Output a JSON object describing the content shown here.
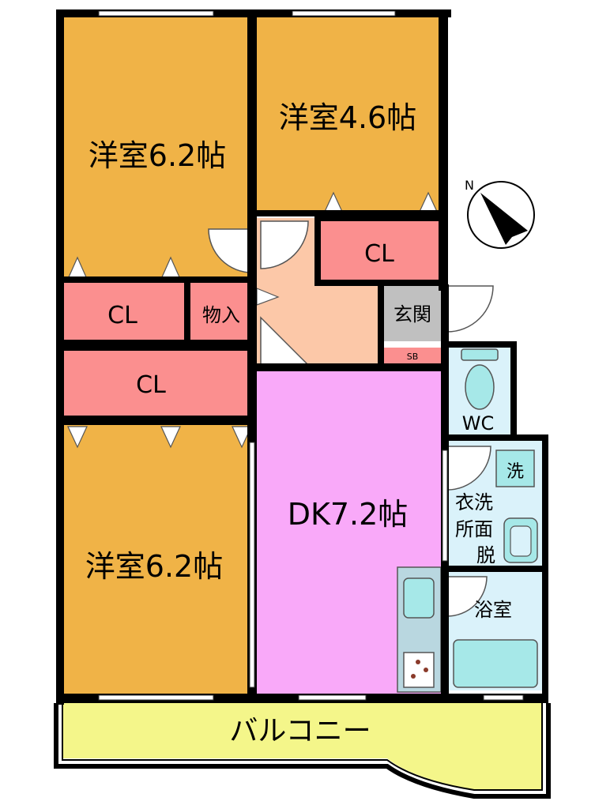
{
  "rooms": {
    "bedroom_nw": "洋室6.2帖",
    "bedroom_ne": "洋室4.6帖",
    "bedroom_sw": "洋室6.2帖",
    "closet_ne": "CL",
    "closet_w1": "CL",
    "closet_w2": "CL",
    "storage": "物入",
    "entrance": "玄関",
    "shoe_box": "SB",
    "dining_kitchen": "DK7.2帖",
    "toilet": "WC",
    "washroom_line1": "衣洗",
    "washroom_line2": "所面",
    "washroom_line3": "脱",
    "washer": "洗",
    "bath": "浴室",
    "balcony": "バルコニー"
  },
  "compass": {
    "label": "N"
  },
  "colors": {
    "bedroom": "#f0b347",
    "closet": "#fb8f8f",
    "hall": "#fcc8a8",
    "entrance": "#c0c0c0",
    "dk": "#f9a9f9",
    "wet": "#daf2fa",
    "balcony": "#f4f68a",
    "wall": "#000000"
  }
}
